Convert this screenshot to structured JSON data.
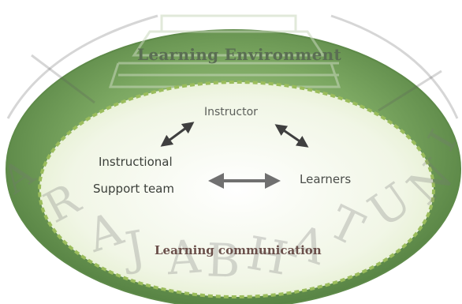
{
  "diagram": {
    "outer_label": "Learning Environment",
    "inner_label": "Learning communication",
    "nodes": {
      "instructor": "Instructor",
      "instructional_support_line1": "Instructional",
      "instructional_support_line2": "Support team",
      "learners": "Learners"
    },
    "edges": [
      {
        "from": "instructor",
        "to": "instructional-support-team",
        "style": "bidirectional-arrow"
      },
      {
        "from": "instructor",
        "to": "learners",
        "style": "bidirectional-arrow"
      },
      {
        "from": "instructional-support-team",
        "to": "learners",
        "style": "bidirectional-arrow"
      }
    ]
  },
  "watermark": {
    "text": "RAJABHAT UNI",
    "kind": "university-seal-watermark"
  },
  "colors": {
    "outer_ring": "#6f9a56",
    "outer_ring_dark": "#4e7a3c",
    "inner_field": "#eef4df",
    "inner_dash": "#9bbd5c",
    "arrow": "#4a4a4a",
    "arrow_gray": "#7a7a7a",
    "outer_label_color": "#5a6e53",
    "inner_label_color": "#6a4f4a"
  }
}
